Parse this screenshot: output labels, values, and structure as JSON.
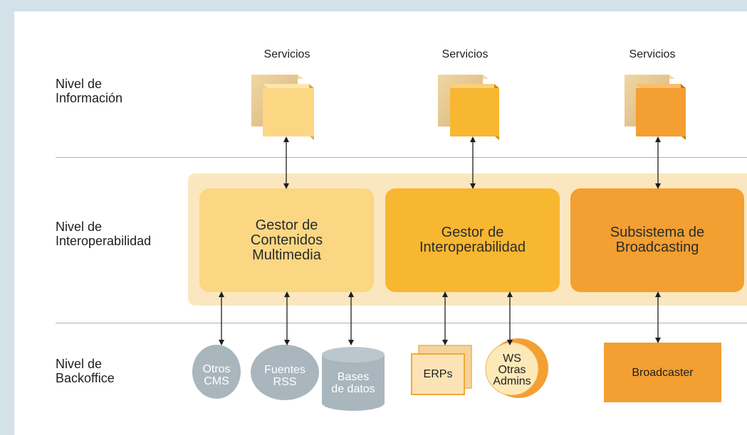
{
  "levels": {
    "info": "Nivel de\nInformación",
    "interop": "Nivel de\nInteroperabilidad",
    "backoffice": "Nivel de\nBackoffice"
  },
  "services": {
    "label_1": "Servicios",
    "label_2": "Servicios",
    "label_3": "Servicios"
  },
  "gestores": {
    "g1": "Gestor de\nContenidos\nMultimedia",
    "g2": "Gestor de\nInteroperabilidad",
    "g3": "Subsistema de\nBroadcasting"
  },
  "backoffice": {
    "otros_cms": "Otros\nCMS",
    "fuentes_rss": "Fuentes\nRSS",
    "bases_datos": "Bases\nde datos",
    "erps": "ERPs",
    "ws_admins": "WS\nOtras\nAdmins",
    "broadcaster": "Broadcaster"
  },
  "colors": {
    "light_yellow": "#fbd784",
    "mid_yellow": "#f8b731",
    "orange": "#f39f31",
    "band": "#fbe7bf",
    "grey_node": "#a9b6bd",
    "back_sheet": "#e6c68d",
    "background": "#d3e2e9"
  }
}
